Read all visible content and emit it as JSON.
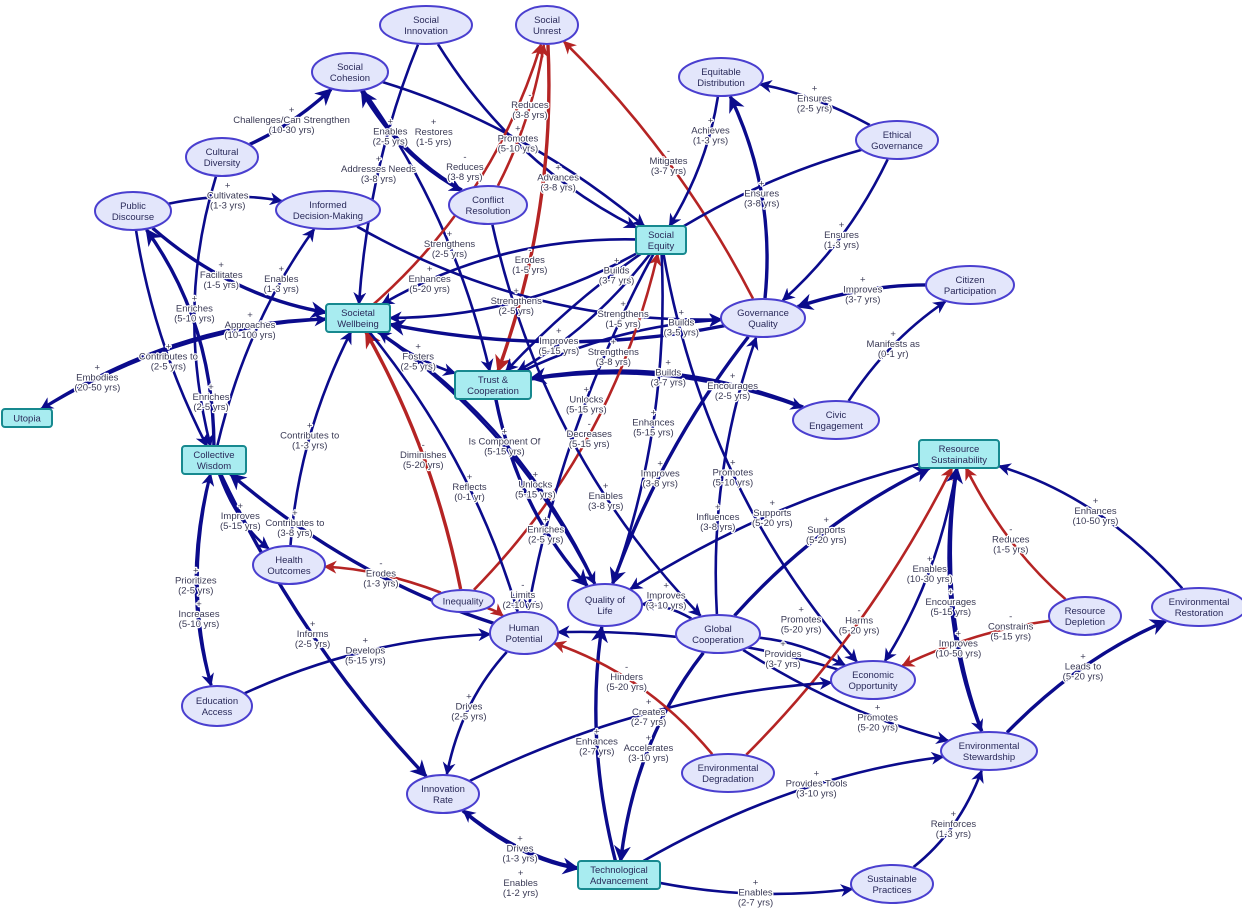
{
  "colors": {
    "positive": "#0b0b8c",
    "negative": "#b52424",
    "node_fill": "#e3e6fb",
    "node_stroke": "#4a3fcf",
    "key_fill": "#a8ecf0",
    "key_stroke": "#17898f"
  },
  "nodes": [
    {
      "id": "social_innovation",
      "label": "Social|Innovation",
      "kind": "ellipse"
    },
    {
      "id": "social_unrest",
      "label": "Social|Unrest",
      "kind": "ellipse"
    },
    {
      "id": "social_cohesion",
      "label": "Social|Cohesion",
      "kind": "ellipse"
    },
    {
      "id": "equitable_distribution",
      "label": "Equitable|Distribution",
      "kind": "ellipse"
    },
    {
      "id": "ethical_governance",
      "label": "Ethical|Governance",
      "kind": "ellipse"
    },
    {
      "id": "cultural_diversity",
      "label": "Cultural|Diversity",
      "kind": "ellipse"
    },
    {
      "id": "public_discourse",
      "label": "Public|Discourse",
      "kind": "ellipse"
    },
    {
      "id": "informed_decision",
      "label": "Informed|Decision-Making",
      "kind": "ellipse"
    },
    {
      "id": "conflict_resolution",
      "label": "Conflict|Resolution",
      "kind": "ellipse"
    },
    {
      "id": "social_equity",
      "label": "Social|Equity",
      "kind": "box"
    },
    {
      "id": "citizen_participation",
      "label": "Citizen|Participation",
      "kind": "ellipse"
    },
    {
      "id": "societal_wellbeing",
      "label": "Societal|Wellbeing",
      "kind": "box"
    },
    {
      "id": "governance_quality",
      "label": "Governance|Quality",
      "kind": "ellipse"
    },
    {
      "id": "utopia",
      "label": "Utopia",
      "kind": "box"
    },
    {
      "id": "trust_cooperation",
      "label": "Trust &|Cooperation",
      "kind": "box"
    },
    {
      "id": "civic_engagement",
      "label": "Civic|Engagement",
      "kind": "ellipse"
    },
    {
      "id": "collective_wisdom",
      "label": "Collective|Wisdom",
      "kind": "box"
    },
    {
      "id": "resource_sustainability",
      "label": "Resource|Sustainability",
      "kind": "box"
    },
    {
      "id": "health_outcomes",
      "label": "Health|Outcomes",
      "kind": "ellipse"
    },
    {
      "id": "inequality",
      "label": "Inequality",
      "kind": "ellipse"
    },
    {
      "id": "quality_of_life",
      "label": "Quality of|Life",
      "kind": "ellipse"
    },
    {
      "id": "human_potential",
      "label": "Human|Potential",
      "kind": "ellipse"
    },
    {
      "id": "global_cooperation",
      "label": "Global|Cooperation",
      "kind": "ellipse"
    },
    {
      "id": "resource_depletion",
      "label": "Resource|Depletion",
      "kind": "ellipse"
    },
    {
      "id": "environmental_restoration",
      "label": "Environmental|Restoration",
      "kind": "ellipse"
    },
    {
      "id": "economic_opportunity",
      "label": "Economic|Opportunity",
      "kind": "ellipse"
    },
    {
      "id": "education_access",
      "label": "Education|Access",
      "kind": "ellipse"
    },
    {
      "id": "environmental_stewardship",
      "label": "Environmental|Stewardship",
      "kind": "ellipse"
    },
    {
      "id": "environmental_degradation",
      "label": "Environmental|Degradation",
      "kind": "ellipse"
    },
    {
      "id": "innovation_rate",
      "label": "Innovation|Rate",
      "kind": "ellipse"
    },
    {
      "id": "technological_advancement",
      "label": "Technological|Advancement",
      "kind": "box"
    },
    {
      "id": "sustainable_practices",
      "label": "Sustainable|Practices",
      "kind": "ellipse"
    }
  ],
  "edges": [
    {
      "from": "cultural_diversity",
      "to": "social_cohesion",
      "sign": "+",
      "verb": "Challenges/Can Strengthen",
      "delay": "(10-30 yrs)"
    },
    {
      "from": "public_discourse",
      "to": "informed_decision",
      "sign": "+",
      "verb": "Cultivates",
      "delay": "(1-3 yrs)"
    },
    {
      "from": "cultural_diversity",
      "to": "collective_wisdom",
      "sign": "+",
      "verb": "Enriches",
      "delay": "(5-10 yrs)"
    },
    {
      "from": "public_discourse",
      "to": "collective_wisdom",
      "sign": "+",
      "verb": "Contributes to",
      "delay": "(2-5 yrs)"
    },
    {
      "from": "collective_wisdom",
      "to": "public_discourse",
      "sign": "+",
      "verb": "Enriches",
      "delay": "(2-5 yrs)"
    },
    {
      "from": "societal_wellbeing",
      "to": "utopia",
      "sign": "+",
      "verb": "Approaches",
      "delay": "(10-100 yrs)"
    },
    {
      "from": "utopia",
      "to": "societal_wellbeing",
      "sign": "+",
      "verb": "Embodies",
      "delay": "(20-50 yrs)"
    },
    {
      "from": "collective_wisdom",
      "to": "informed_decision",
      "sign": "+",
      "verb": "Enables",
      "delay": "(1-3 yrs)"
    },
    {
      "from": "public_discourse",
      "to": "societal_wellbeing",
      "sign": "+",
      "verb": "Facilitates",
      "delay": "(1-5 yrs)"
    },
    {
      "from": "social_innovation",
      "to": "societal_wellbeing",
      "sign": "+",
      "verb": "Addresses Needs",
      "delay": "(3-8 yrs)"
    },
    {
      "from": "social_cohesion",
      "to": "trust_cooperation",
      "sign": "+",
      "verb": "Strengthens",
      "delay": "(2-5 yrs)"
    },
    {
      "from": "social_cohesion",
      "to": "conflict_resolution",
      "sign": "+",
      "verb": "Enables",
      "delay": "(2-5 yrs)"
    },
    {
      "from": "conflict_resolution",
      "to": "social_cohesion",
      "sign": "+",
      "verb": "Restores",
      "delay": "(1-5 yrs)"
    },
    {
      "from": "social_cohesion",
      "to": "social_equity",
      "sign": "+",
      "verb": "Promotes",
      "delay": "(5-10 yrs)"
    },
    {
      "from": "social_innovation",
      "to": "social_equity",
      "sign": "+",
      "verb": "Advances",
      "delay": "(3-8 yrs)"
    },
    {
      "from": "conflict_resolution",
      "to": "social_unrest",
      "sign": "-",
      "verb": "Reduces",
      "delay": "(3-8 yrs)"
    },
    {
      "from": "social_unrest",
      "to": "trust_cooperation",
      "sign": "-",
      "verb": "Erodes",
      "delay": "(1-5 yrs)"
    },
    {
      "from": "societal_wellbeing",
      "to": "social_unrest",
      "sign": "-",
      "verb": "Reduces",
      "delay": "(3-8 yrs)"
    },
    {
      "from": "governance_quality",
      "to": "social_unrest",
      "sign": "-",
      "verb": "Mitigates",
      "delay": "(3-7 yrs)"
    },
    {
      "from": "equitable_distribution",
      "to": "social_equity",
      "sign": "+",
      "verb": "Achieves",
      "delay": "(1-3 yrs)"
    },
    {
      "from": "governance_quality",
      "to": "equitable_distribution",
      "sign": "+",
      "verb": "Ensures",
      "delay": "(3-8 yrs)"
    },
    {
      "from": "ethical_governance",
      "to": "equitable_distribution",
      "sign": "+",
      "verb": "Ensures",
      "delay": "(2-5 yrs)"
    },
    {
      "from": "ethical_governance",
      "to": "governance_quality",
      "sign": "+",
      "verb": "Ensures",
      "delay": "(1-3 yrs)"
    },
    {
      "from": "ethical_governance",
      "to": "trust_cooperation",
      "sign": "+",
      "verb": "Builds",
      "delay": "(3-7 yrs)"
    },
    {
      "from": "citizen_participation",
      "to": "governance_quality",
      "sign": "+",
      "verb": "Improves",
      "delay": "(3-7 yrs)"
    },
    {
      "from": "civic_engagement",
      "to": "citizen_participation",
      "sign": "+",
      "verb": "Manifests as",
      "delay": "(0-1 yr)"
    },
    {
      "from": "social_equity",
      "to": "societal_wellbeing",
      "sign": "+",
      "verb": "Enhances",
      "delay": "(5-20 yrs)"
    },
    {
      "from": "social_equity",
      "to": "societal_wellbeing",
      "sign": "+",
      "verb": "Strengthens",
      "delay": "(2-5 yrs)"
    },
    {
      "from": "governance_quality",
      "to": "societal_wellbeing",
      "sign": "+",
      "verb": "Improves",
      "delay": "(5-15 yrs)"
    },
    {
      "from": "informed_decision",
      "to": "governance_quality",
      "sign": "+",
      "verb": "Strengthens",
      "delay": "(1-5 yrs)"
    },
    {
      "from": "societal_wellbeing",
      "to": "trust_cooperation",
      "sign": "+",
      "verb": "Fosters",
      "delay": "(2-5 yrs)"
    },
    {
      "from": "trust_cooperation",
      "to": "governance_quality",
      "sign": "+",
      "verb": "Builds",
      "delay": "(3-5 yrs)"
    },
    {
      "from": "civic_engagement",
      "to": "trust_cooperation",
      "sign": "+",
      "verb": "Builds",
      "delay": "(3-7 yrs)"
    },
    {
      "from": "trust_cooperation",
      "to": "civic_engagement",
      "sign": "+",
      "verb": "Encourages",
      "delay": "(2-5 yrs)"
    },
    {
      "from": "social_equity",
      "to": "trust_cooperation",
      "sign": "+",
      "verb": "Strengthens",
      "delay": "(3-8 yrs)"
    },
    {
      "from": "inequality",
      "to": "social_equity",
      "sign": "-",
      "verb": "Decreases",
      "delay": "(5-15 yrs)"
    },
    {
      "from": "inequality",
      "to": "societal_wellbeing",
      "sign": "-",
      "verb": "Diminishes",
      "delay": "(5-20 yrs)"
    },
    {
      "from": "health_outcomes",
      "to": "societal_wellbeing",
      "sign": "+",
      "verb": "Contributes to",
      "delay": "(1-3 yrs)"
    },
    {
      "from": "collective_wisdom",
      "to": "health_outcomes",
      "sign": "+",
      "verb": "Improves",
      "delay": "(5-15 yrs)"
    },
    {
      "from": "inequality",
      "to": "health_outcomes",
      "sign": "-",
      "verb": "Erodes",
      "delay": "(1-3 yrs)"
    },
    {
      "from": "human_potential",
      "to": "collective_wisdom",
      "sign": "+",
      "verb": "Contributes to",
      "delay": "(3-8 yrs)"
    },
    {
      "from": "quality_of_life",
      "to": "societal_wellbeing",
      "sign": "+",
      "verb": "Is Component Of",
      "delay": "(5-15 yrs)"
    },
    {
      "from": "societal_wellbeing",
      "to": "quality_of_life",
      "sign": "+",
      "verb": "Unlocks",
      "delay": "(5-15 yrs)"
    },
    {
      "from": "societal_wellbeing",
      "to": "human_potential",
      "sign": "+",
      "verb": "Reflects",
      "delay": "(0-1 yr)"
    },
    {
      "from": "trust_cooperation",
      "to": "quality_of_life",
      "sign": "+",
      "verb": "Enriches",
      "delay": "(2-5 yrs)"
    },
    {
      "from": "social_equity",
      "to": "human_potential",
      "sign": "+",
      "verb": "Unlocks",
      "delay": "(5-15 yrs)"
    },
    {
      "from": "social_equity",
      "to": "quality_of_life",
      "sign": "+",
      "verb": "Enhances",
      "delay": "(5-15 yrs)"
    },
    {
      "from": "social_equity",
      "to": "economic_opportunity",
      "sign": "+",
      "verb": "Promotes",
      "delay": "(5-10 yrs)"
    },
    {
      "from": "governance_quality",
      "to": "quality_of_life",
      "sign": "+",
      "verb": "Improves",
      "delay": "(3-8 yrs)"
    },
    {
      "from": "global_cooperation",
      "to": "governance_quality",
      "sign": "+",
      "verb": "Influences",
      "delay": "(3-8 yrs)"
    },
    {
      "from": "conflict_resolution",
      "to": "global_cooperation",
      "sign": "+",
      "verb": "Enables",
      "delay": "(3-8 yrs)"
    },
    {
      "from": "resource_sustainability",
      "to": "quality_of_life",
      "sign": "+",
      "verb": "Supports",
      "delay": "(5-20 yrs)"
    },
    {
      "from": "global_cooperation",
      "to": "resource_sustainability",
      "sign": "+",
      "verb": "Supports",
      "delay": "(5-20 yrs)"
    },
    {
      "from": "global_cooperation",
      "to": "quality_of_life",
      "sign": "+",
      "verb": "Improves",
      "delay": "(3-10 yrs)"
    },
    {
      "from": "economic_opportunity",
      "to": "human_potential",
      "sign": "+",
      "verb": "Provides",
      "delay": "(3-7 yrs)"
    },
    {
      "from": "global_cooperation",
      "to": "economic_opportunity",
      "sign": "+",
      "verb": "Promotes",
      "delay": "(5-20 yrs)"
    },
    {
      "from": "global_cooperation",
      "to": "technological_advancement",
      "sign": "+",
      "verb": "Accelerates",
      "delay": "(3-10 yrs)"
    },
    {
      "from": "environmental_degradation",
      "to": "resource_sustainability",
      "sign": "-",
      "verb": "Harms",
      "delay": "(5-20 yrs)"
    },
    {
      "from": "resource_sustainability",
      "to": "economic_opportunity",
      "sign": "+",
      "verb": "Enables",
      "delay": "(10-30 yrs)"
    },
    {
      "from": "resource_sustainability",
      "to": "environmental_stewardship",
      "sign": "+",
      "verb": "Encourages",
      "delay": "(5-15 yrs)"
    },
    {
      "from": "environmental_stewardship",
      "to": "resource_sustainability",
      "sign": "+",
      "verb": "Improves",
      "delay": "(10-50 yrs)"
    },
    {
      "from": "resource_depletion",
      "to": "resource_sustainability",
      "sign": "-",
      "verb": "Reduces",
      "delay": "(1-5 yrs)"
    },
    {
      "from": "environmental_restoration",
      "to": "resource_sustainability",
      "sign": "+",
      "verb": "Enhances",
      "delay": "(10-50 yrs)"
    },
    {
      "from": "resource_depletion",
      "to": "economic_opportunity",
      "sign": "-",
      "verb": "Constrains",
      "delay": "(5-15 yrs)"
    },
    {
      "from": "environmental_stewardship",
      "to": "environmental_restoration",
      "sign": "+",
      "verb": "Leads to",
      "delay": "(5-20 yrs)"
    },
    {
      "from": "sustainable_practices",
      "to": "environmental_stewardship",
      "sign": "+",
      "verb": "Reinforces",
      "delay": "(1-3 yrs)"
    },
    {
      "from": "technological_advancement",
      "to": "sustainable_practices",
      "sign": "+",
      "verb": "Enables",
      "delay": "(2-7 yrs)"
    },
    {
      "from": "technological_advancement",
      "to": "environmental_stewardship",
      "sign": "+",
      "verb": "Provides Tools",
      "delay": "(3-10 yrs)"
    },
    {
      "from": "innovation_rate",
      "to": "technological_advancement",
      "sign": "+",
      "verb": "Drives",
      "delay": "(1-3 yrs)"
    },
    {
      "from": "technological_advancement",
      "to": "innovation_rate",
      "sign": "+",
      "verb": "Enables",
      "delay": "(1-2 yrs)"
    },
    {
      "from": "innovation_rate",
      "to": "economic_opportunity",
      "sign": "+",
      "verb": "Creates",
      "delay": "(2-7 yrs)"
    },
    {
      "from": "human_potential",
      "to": "innovation_rate",
      "sign": "+",
      "verb": "Drives",
      "delay": "(2-5 yrs)"
    },
    {
      "from": "collective_wisdom",
      "to": "innovation_rate",
      "sign": "+",
      "verb": "Informs",
      "delay": "(2-5 yrs)"
    },
    {
      "from": "education_access",
      "to": "human_potential",
      "sign": "+",
      "verb": "Develops",
      "delay": "(5-15 yrs)"
    },
    {
      "from": "collective_wisdom",
      "to": "education_access",
      "sign": "+",
      "verb": "Prioritizes",
      "delay": "(2-5 yrs)"
    },
    {
      "from": "education_access",
      "to": "collective_wisdom",
      "sign": "+",
      "verb": "Increases",
      "delay": "(5-10 yrs)"
    },
    {
      "from": "technological_advancement",
      "to": "quality_of_life",
      "sign": "+",
      "verb": "Enhances",
      "delay": "(2-7 yrs)"
    },
    {
      "from": "environmental_degradation",
      "to": "human_potential",
      "sign": "-",
      "verb": "Hinders",
      "delay": "(5-20 yrs)"
    },
    {
      "from": "global_cooperation",
      "to": "environmental_stewardship",
      "sign": "+",
      "verb": "Promotes",
      "delay": "(5-20 yrs)"
    },
    {
      "from": "inequality",
      "to": "human_potential",
      "sign": "-",
      "verb": "Limits",
      "delay": "(2-10 yrs)"
    }
  ]
}
